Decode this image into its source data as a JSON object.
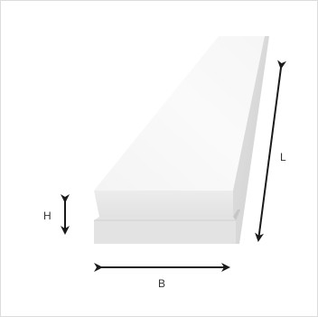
{
  "diagram": {
    "labels": {
      "height": "H",
      "width": "B",
      "length": "L"
    },
    "colors": {
      "background": "#ffffff",
      "border": "#dcdcdc",
      "arrow": "#1a1a1a",
      "label": "#333333",
      "top_face_light": "#fbfbfb",
      "top_face_dark": "#e8e8e8",
      "front_face": "#e6e6e6",
      "side_face": "#d6d6d6"
    }
  }
}
